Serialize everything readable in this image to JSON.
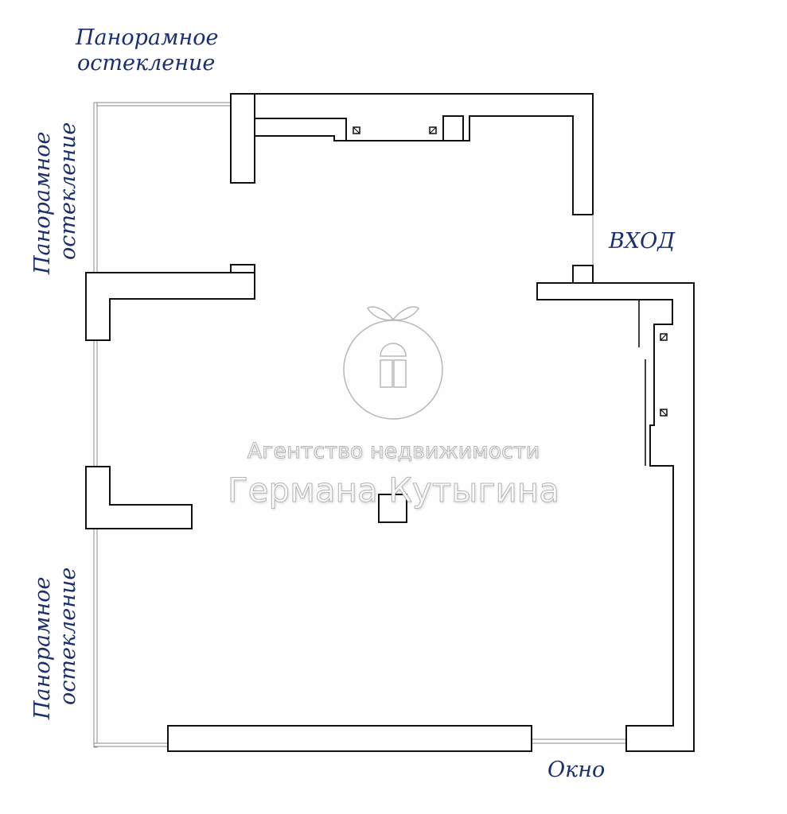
{
  "labels": {
    "top_glazing_line1": "Панорамное",
    "top_glazing_line2": "остекление",
    "left_upper_glazing_line1": "Панорамное",
    "left_upper_glazing_line2": "остекление",
    "left_lower_glazing_line1": "Панорамное",
    "left_lower_glazing_line2": "остекление",
    "entrance": "ВХОД",
    "window": "Окно"
  },
  "watermark": {
    "line1": "Агентство недвижимости",
    "line2": "Германа Кутыгина"
  },
  "colors": {
    "label": "#1b2f6e",
    "wall_stroke": "#111111",
    "watermark_stroke": "#b5b5b5"
  }
}
